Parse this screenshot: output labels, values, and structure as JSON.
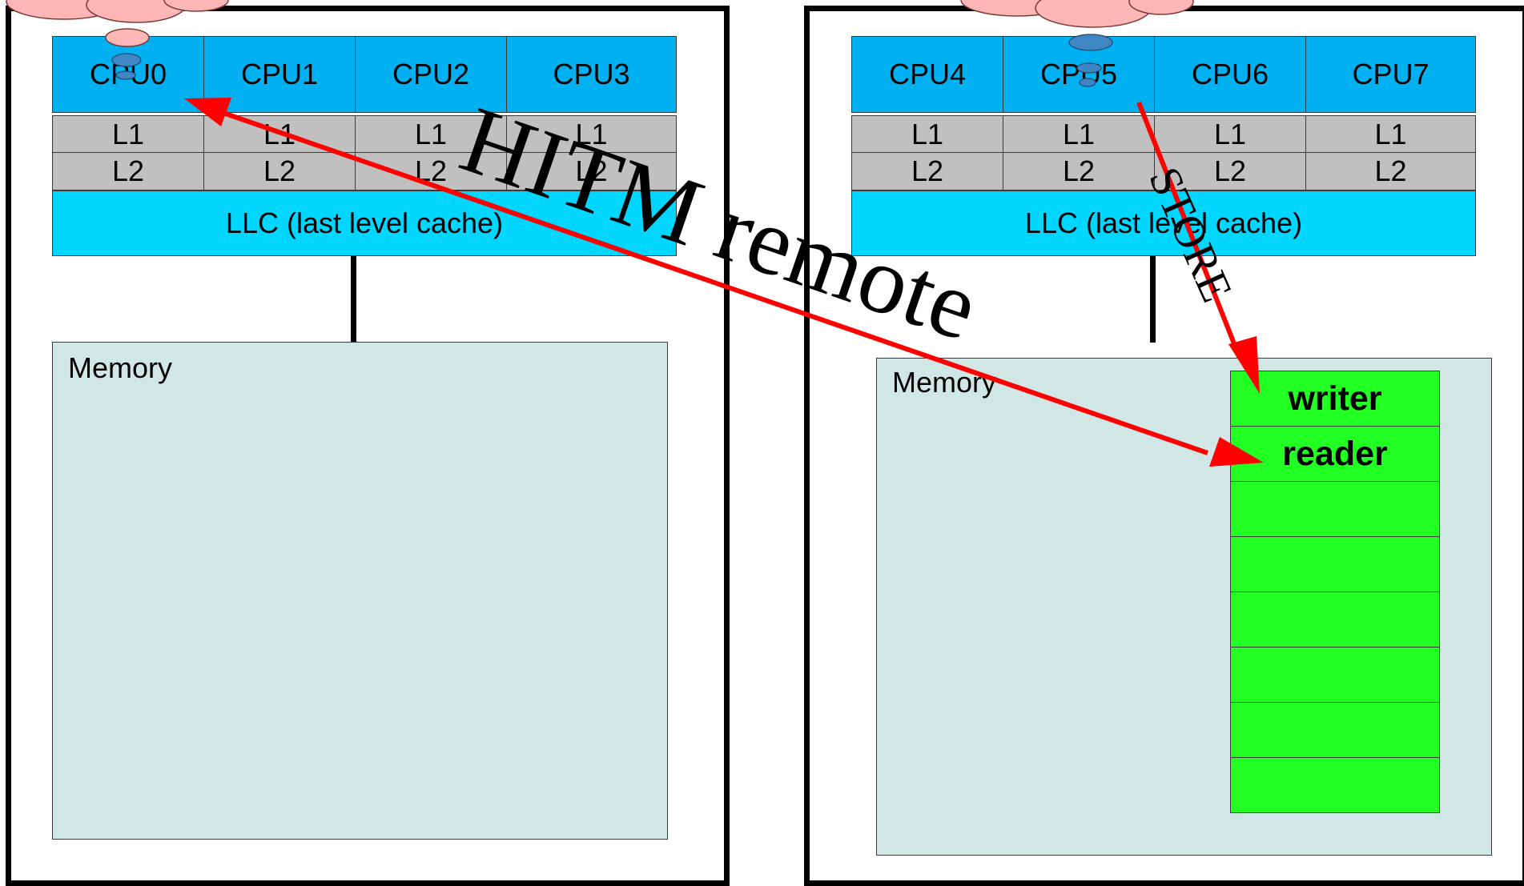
{
  "nodes": [
    {
      "cpus": [
        "CPU0",
        "CPU1",
        "CPU2",
        "CPU3"
      ],
      "l1": [
        "L1",
        "L1",
        "L1",
        "L1"
      ],
      "l2": [
        "L2",
        "L2",
        "L2",
        "L2"
      ],
      "llc": "LLC (last level cache)",
      "memory": "Memory"
    },
    {
      "cpus": [
        "CPU4",
        "CPU5",
        "CPU6",
        "CPU7"
      ],
      "l1": [
        "L1",
        "L1",
        "L1",
        "L1"
      ],
      "l2": [
        "L2",
        "L2",
        "L2",
        "L2"
      ],
      "llc": "LLC (last level cache)",
      "memory": "Memory"
    }
  ],
  "cacheline": {
    "writer": "writer",
    "reader": "reader"
  },
  "labels": {
    "hitm": "HITM remote",
    "store": "STORE"
  },
  "colors": {
    "cpu": "#00b0f0",
    "cache": "#c0c0c0",
    "llc": "#00d6ff",
    "memory": "#d0e7e5",
    "cacheline": "#22ff22",
    "arrow": "#ff0000",
    "cloud": "#ffb6b6",
    "bubble": "#3f86c4"
  }
}
